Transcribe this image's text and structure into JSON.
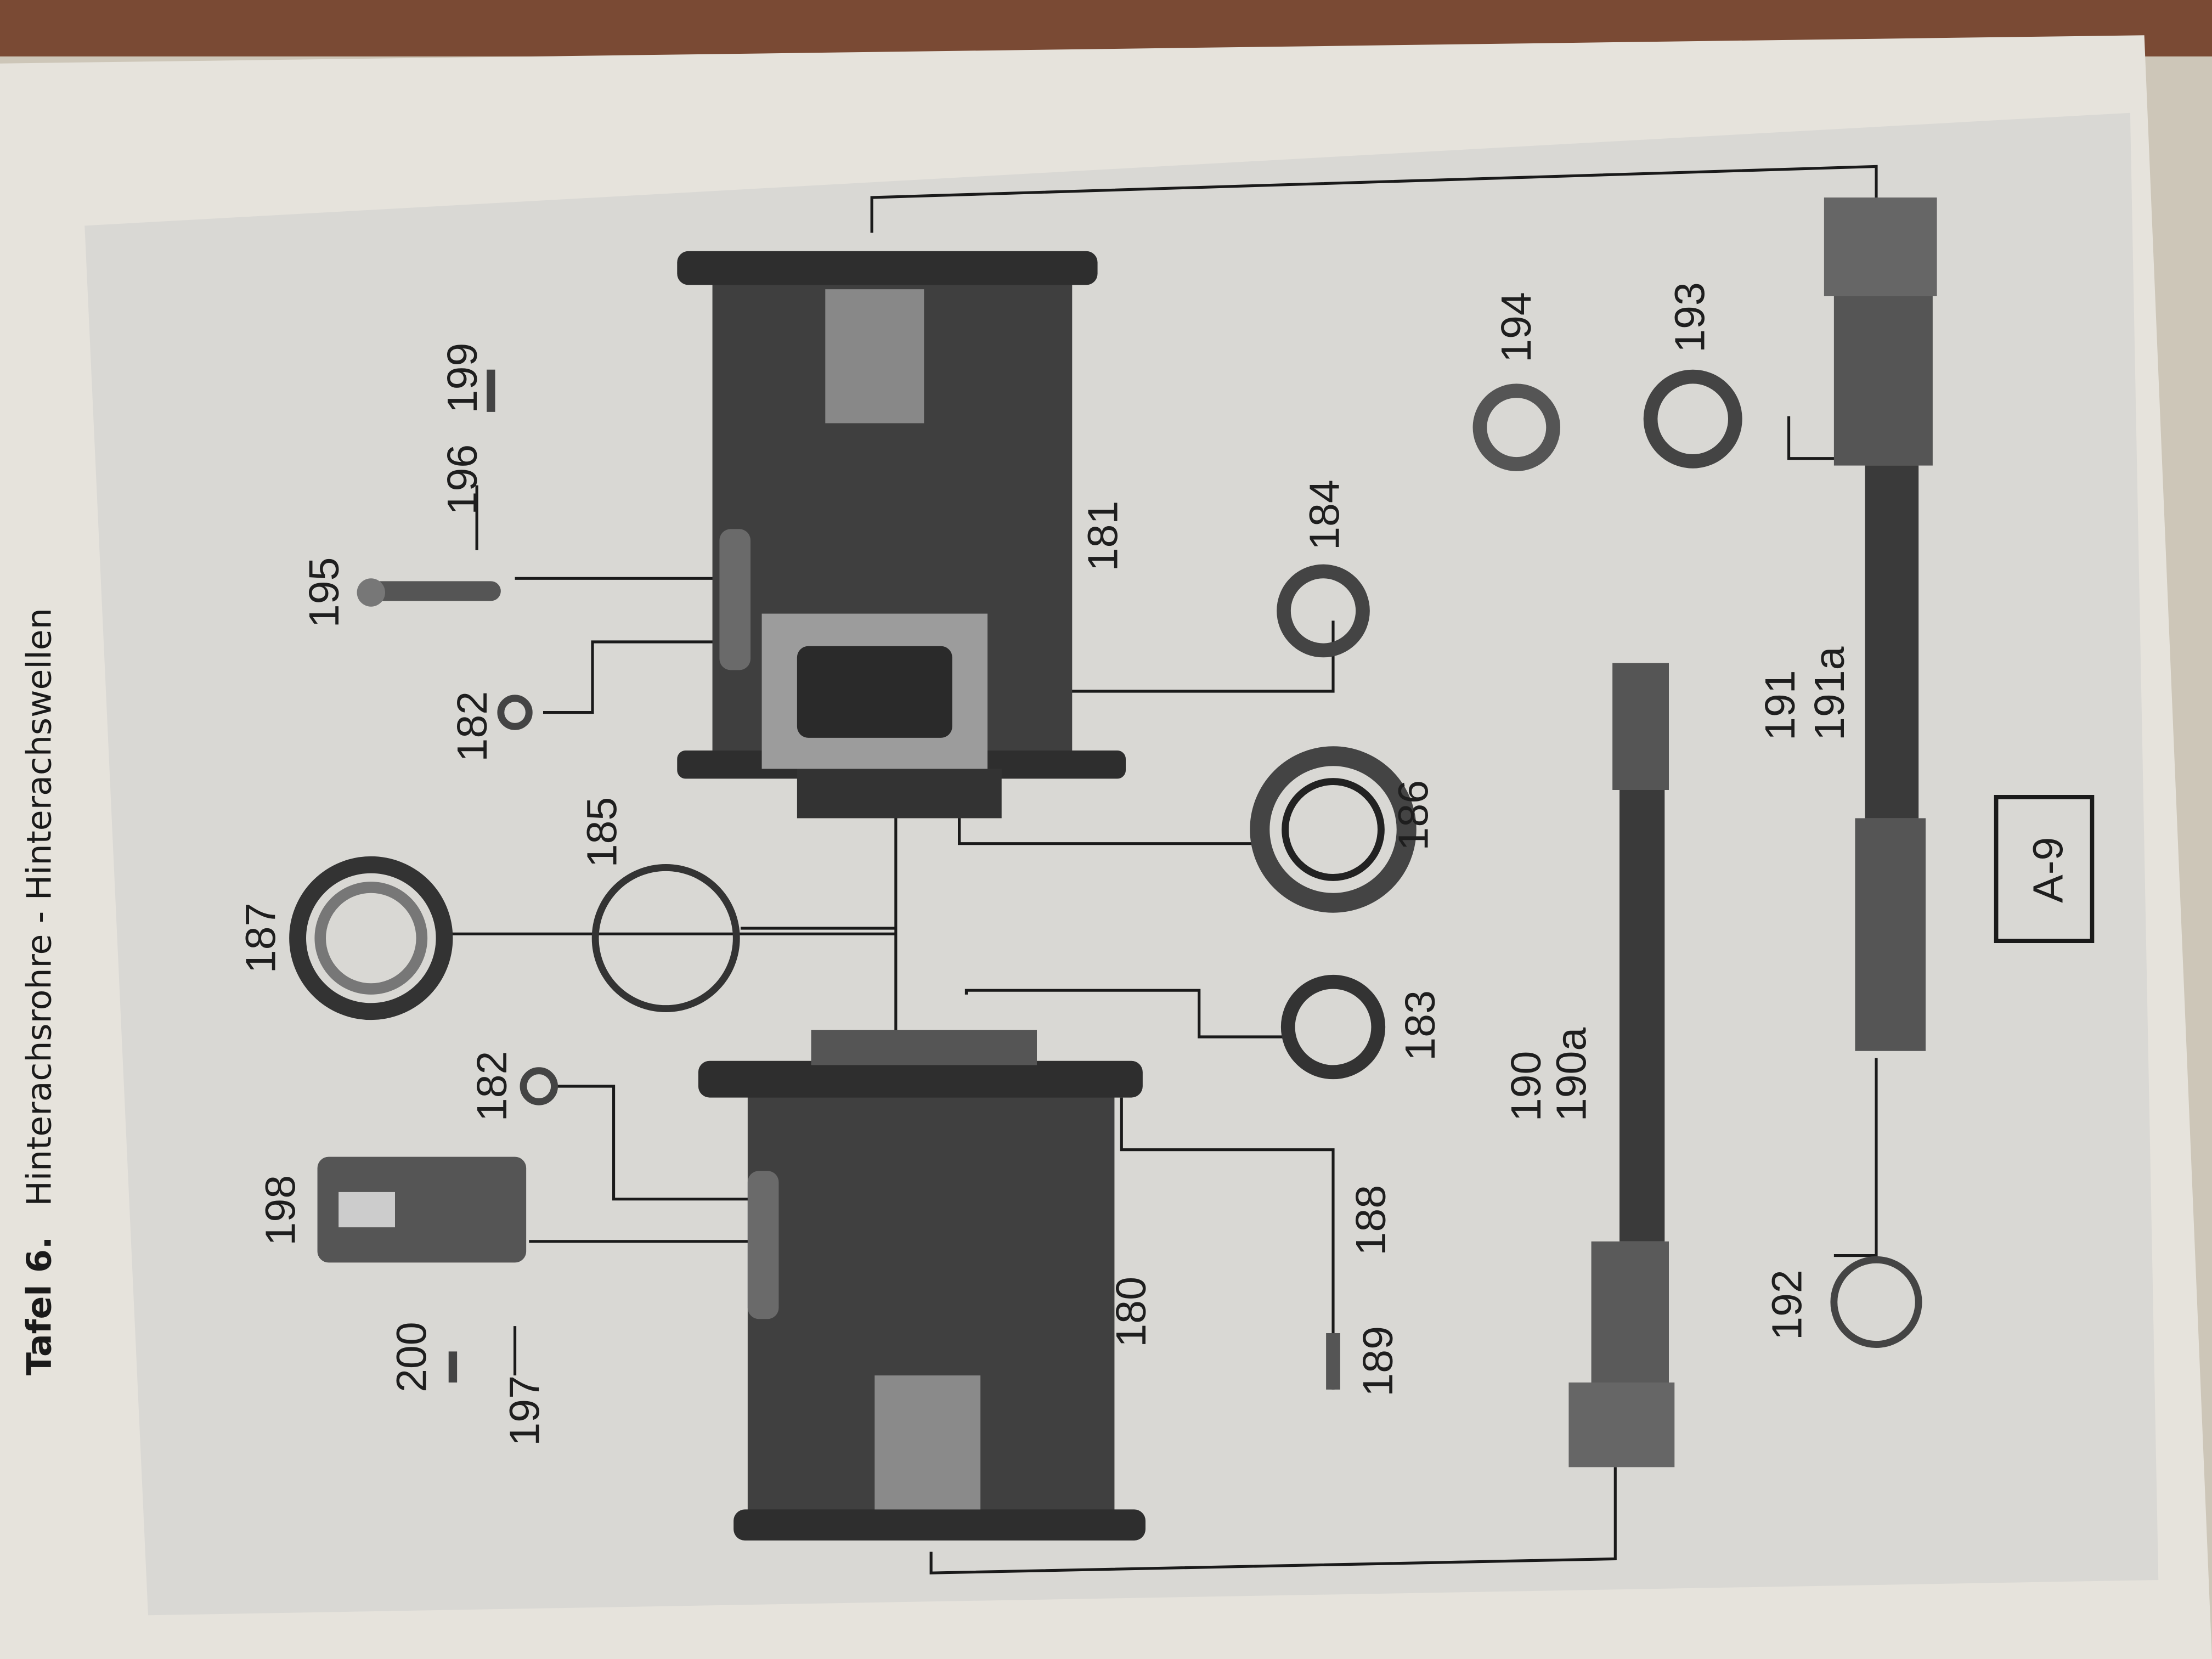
{
  "page": {
    "title_prefix": "Tafel 6.",
    "title": "Hinterachsrohre - Hinterachswellen",
    "plate_code": "A-9"
  },
  "parts": {
    "p180": "180",
    "p181": "181",
    "p182a": "182",
    "p182b": "182",
    "p183": "183",
    "p184": "184",
    "p185": "185",
    "p186": "186",
    "p187": "187",
    "p188": "188",
    "p189": "189",
    "p190": "190",
    "p190a": "190a",
    "p191": "191",
    "p191a": "191a",
    "p192": "192",
    "p193": "193",
    "p194": "194",
    "p195": "195",
    "p196": "196",
    "p197": "197",
    "p198": "198",
    "p199": "199",
    "p200": "200"
  },
  "colors": {
    "paper": "#e6e3dc",
    "plate": "#d9d8d4",
    "metal": "#3c3c3c"
  }
}
